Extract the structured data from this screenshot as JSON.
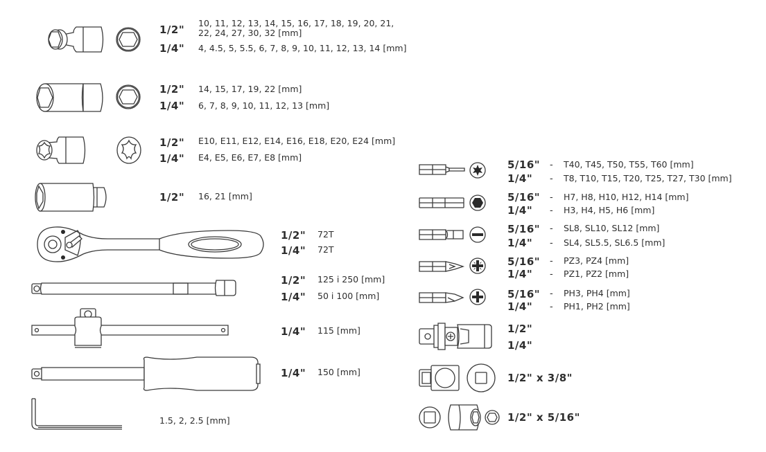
{
  "left_items": [
    {
      "name": "standard-hex-socket",
      "rows": [
        {
          "drive": "1/2\"",
          "sizes": "10, 11, 12, 13, 14, 15, 16, 17, 18, 19, 20, 21,",
          "sizes2": "22, 24, 27, 30, 32 [mm]"
        },
        {
          "drive": "1/4\"",
          "sizes": "4, 4.5, 5, 5.5, 6, 7, 8, 9, 10, 11, 12, 13, 14 [mm]"
        }
      ]
    },
    {
      "name": "deep-hex-socket",
      "rows": [
        {
          "drive": "1/2\"",
          "sizes": "14, 15, 17, 19, 22 [mm]"
        },
        {
          "drive": "1/4\"",
          "sizes": "6, 7, 8, 9, 10, 11, 12, 13 [mm]"
        }
      ]
    },
    {
      "name": "e-torx-socket",
      "rows": [
        {
          "drive": "1/2\"",
          "sizes": "E10, E11, E12, E14, E16, E18, E20, E24 [mm]"
        },
        {
          "drive": "1/4\"",
          "sizes": "E4, E5, E6, E7, E8 [mm]"
        }
      ]
    },
    {
      "name": "spark-plug-socket",
      "rows": [
        {
          "drive": "1/2\"",
          "sizes": "16, 21 [mm]"
        }
      ]
    },
    {
      "name": "ratchet",
      "rows": [
        {
          "drive": "1/2\"",
          "sizes": "72T"
        },
        {
          "drive": "1/4\"",
          "sizes": "72T"
        }
      ]
    },
    {
      "name": "extension-bar",
      "rows": [
        {
          "drive": "1/2\"",
          "sizes": "125 i 250 [mm]"
        },
        {
          "drive": "1/4\"",
          "sizes": "50 i 100 [mm]"
        }
      ]
    },
    {
      "name": "sliding-t-bar",
      "rows": [
        {
          "drive": "1/4\"",
          "sizes": "115 [mm]"
        }
      ]
    },
    {
      "name": "spinner-handle",
      "rows": [
        {
          "drive": "1/4\"",
          "sizes": "150 [mm]"
        }
      ]
    },
    {
      "name": "hex-key",
      "rows": [
        {
          "drive": "",
          "sizes": "1.5, 2, 2.5 [mm]"
        }
      ]
    }
  ],
  "right_items": [
    {
      "name": "torx-bit",
      "rows": [
        {
          "drive": "5/16\"",
          "dash": "-",
          "sizes": "T40, T45, T50, T55, T60 [mm]"
        },
        {
          "drive": "1/4\"",
          "dash": "-",
          "sizes": "T8, T10, T15, T20, T25, T27, T30 [mm]"
        }
      ]
    },
    {
      "name": "hex-bit",
      "rows": [
        {
          "drive": "5/16\"",
          "dash": "-",
          "sizes": "H7, H8, H10, H12, H14 [mm]"
        },
        {
          "drive": "1/4\"",
          "dash": "-",
          "sizes": "H3, H4, H5, H6 [mm]"
        }
      ]
    },
    {
      "name": "slotted-bit",
      "rows": [
        {
          "drive": "5/16\"",
          "dash": "-",
          "sizes": "SL8, SL10, SL12 [mm]"
        },
        {
          "drive": "1/4\"",
          "dash": "-",
          "sizes": "SL4, SL5.5, SL6.5 [mm]"
        }
      ]
    },
    {
      "name": "pozidriv-bit",
      "rows": [
        {
          "drive": "5/16\"",
          "dash": "-",
          "sizes": "PZ3, PZ4 [mm]"
        },
        {
          "drive": "1/4\"",
          "dash": "-",
          "sizes": "PZ1, PZ2 [mm]"
        }
      ]
    },
    {
      "name": "phillips-bit",
      "rows": [
        {
          "drive": "5/16\"",
          "dash": "-",
          "sizes": "PH3, PH4 [mm]"
        },
        {
          "drive": "1/4\"",
          "dash": "-",
          "sizes": "PH1, PH2 [mm]"
        }
      ]
    },
    {
      "name": "universal-joint",
      "rows": [
        {
          "drive": "1/2\""
        },
        {
          "drive": "1/4\""
        }
      ]
    },
    {
      "name": "reducer-adapter",
      "rows": [
        {
          "drive": "1/2\" x 3/8\""
        }
      ]
    },
    {
      "name": "bit-adapter",
      "rows": [
        {
          "drive": "1/2\" x 5/16\""
        }
      ]
    }
  ],
  "colors": {
    "line": "#3a3a3a",
    "text": "#2e2e2e",
    "background": "#ffffff"
  }
}
